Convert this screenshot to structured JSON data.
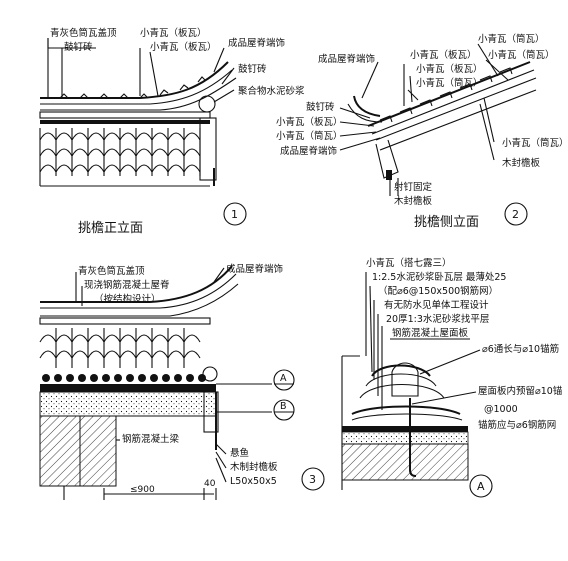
{
  "panel1": {
    "labels": {
      "a": "青灰色筒瓦盖顶",
      "b": "小青瓦（板瓦）",
      "c": "鼓钉砖",
      "d": "小青瓦（板瓦）",
      "e": "成品屋脊端饰",
      "f": "鼓钉砖",
      "g": "聚合物水泥砂浆"
    },
    "caption": "挑檐正立面",
    "number": "1"
  },
  "panel2": {
    "labels": {
      "a": "成品屋脊端饰",
      "b": "小青瓦（板瓦）",
      "c": "小青瓦（板瓦）",
      "d": "小青瓦（筒瓦）",
      "e": "鼓钉砖",
      "f": "小青瓦（板瓦）",
      "g": "小青瓦（筒瓦）",
      "h": "成品屋脊端饰",
      "i": "小青瓦（筒瓦）",
      "j": "木封檐板",
      "k": "射钉固定",
      "l": "木封檐板"
    },
    "caption": "挑檐侧立面",
    "number": "2"
  },
  "panel3": {
    "labels": {
      "a": "青灰色筒瓦盖顶",
      "b": "现浇钢筋混凝土屋脊",
      "c": "（按结构设计）",
      "d": "成品屋脊端饰",
      "e": "钢筋混凝土梁",
      "f": "悬鱼",
      "g": "木制封檐板",
      "h": "L50x50x5"
    },
    "markers": [
      "A",
      "B"
    ],
    "dims": [
      "≤900",
      "40"
    ],
    "number": "3"
  },
  "panelA": {
    "labels": {
      "a": "小青瓦（搭七露三）",
      "b": "1:2.5水泥砂浆卧瓦层  最薄处25",
      "c": "（配⌀6@150x500钢筋网）",
      "d": "有无防水见单体工程设计",
      "e": "20厚1:3水泥砂浆找平层",
      "f": "钢筋混凝土屋面板",
      "g": "⌀6通长与⌀10锚筋",
      "h": "屋面板内预留⌀10锚",
      "i": "@1000",
      "j": "锚筋应与⌀6钢筋网",
      "k": "A"
    }
  }
}
